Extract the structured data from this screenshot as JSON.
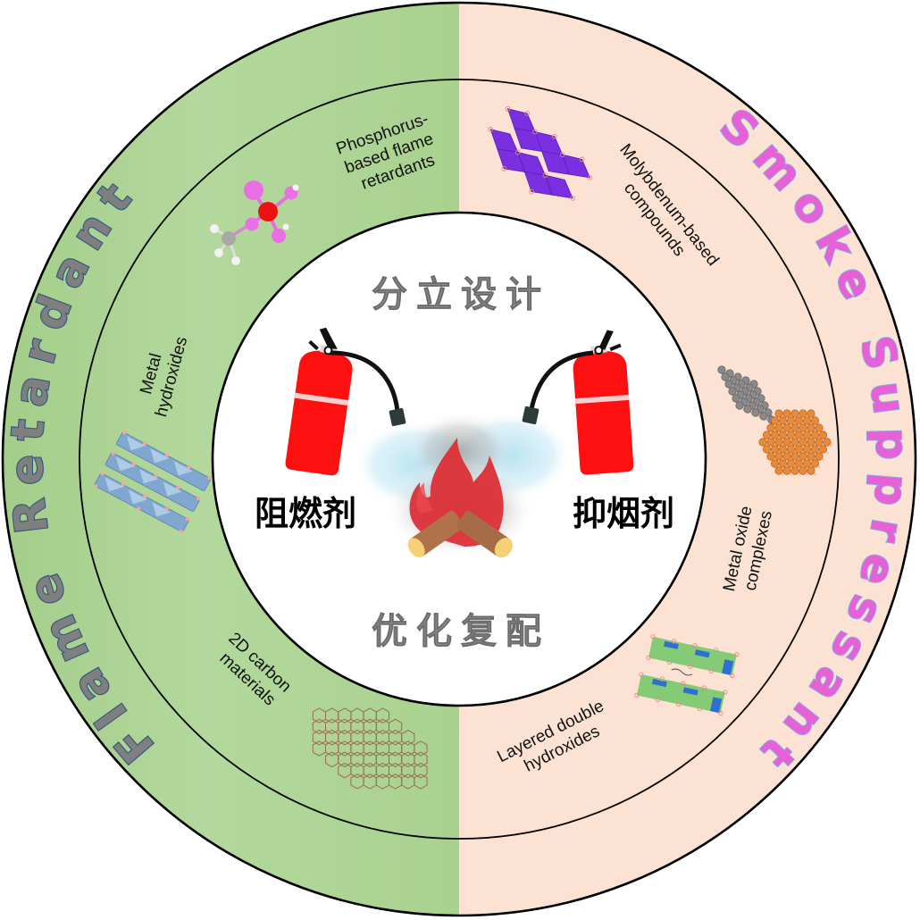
{
  "colors": {
    "left_half": "#a8d08d",
    "left_half_light": "#b5d9a0",
    "right_half": "#fbe2d3",
    "ring_stroke": "#000000",
    "flame_retardant_fill": "#7f7f7f",
    "flame_retardant_outline": "#2f5581",
    "smoke_suppressant_fill": "#e85fd6",
    "smoke_suppressant_outline": "#8ea2e4",
    "extinguisher_red": "#ff1010",
    "center_text_gray": "#8a8a8a"
  },
  "outer_ring": {
    "left_title": "Flame Retardant",
    "right_title": "Smoke Suppressant"
  },
  "categories": {
    "phosphorus": [
      "Phosphorus-",
      "based flame",
      "retardants"
    ],
    "metal_hydroxides": [
      "Metal",
      "hydroxides"
    ],
    "carbon_2d": [
      "2D carbon",
      "materials"
    ],
    "molybdenum": [
      "Molybdenum-based",
      "compounds"
    ],
    "metal_oxide": [
      "Metal oxide",
      "complexes"
    ],
    "ldh": [
      "Layered double",
      "hydroxides"
    ]
  },
  "center": {
    "top_text": "分立设计",
    "bottom_text": "优化复配",
    "left_label": "阻燃剂",
    "right_label": "抑烟剂"
  },
  "icons": {
    "phosphorus": "molecule-icon",
    "metal_hydroxides": "layered-crystal-icon",
    "carbon_2d": "graphene-lattice-icon",
    "molybdenum": "octahedra-chain-icon",
    "metal_oxide": "atom-cluster-icon",
    "ldh": "ldh-layers-icon",
    "left_extinguisher": "fire-extinguisher-icon",
    "right_extinguisher": "fire-extinguisher-icon",
    "fire": "campfire-icon"
  }
}
